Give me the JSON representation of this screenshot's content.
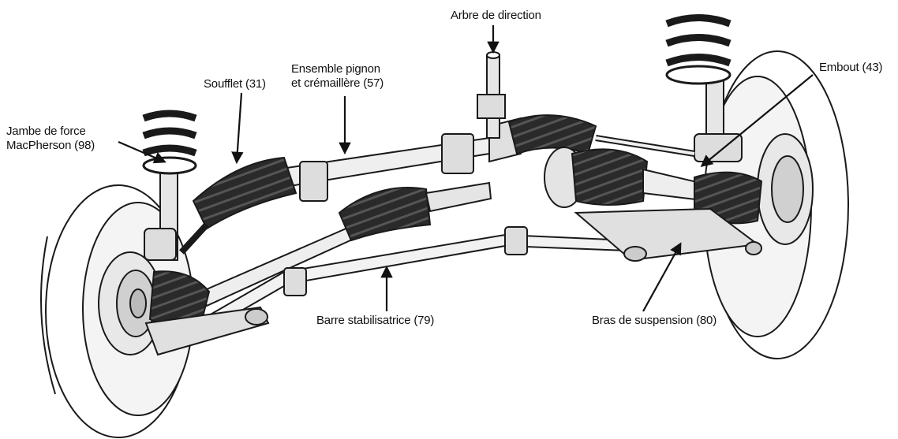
{
  "figure": {
    "labels": {
      "steering_shaft": "Arbre de direction",
      "rack_assembly_line1": "Ensemble pignon",
      "rack_assembly_line2": "et crémaillère (57)",
      "boot": "Soufflet (31)",
      "strut_line1": "Jambe de force",
      "strut_line2": "MacPherson (98)",
      "tie_rod_end": "Embout (43)",
      "stabilizer_bar": "Barre stabilisatrice (79)",
      "control_arm": "Bras de suspension (80)"
    }
  },
  "colors": {
    "outline": "#1a1a1a",
    "part_fill": "#ececec",
    "part_shade": "#d6d6d6",
    "boot_fill": "#2a2a2a",
    "background": "#ffffff"
  }
}
